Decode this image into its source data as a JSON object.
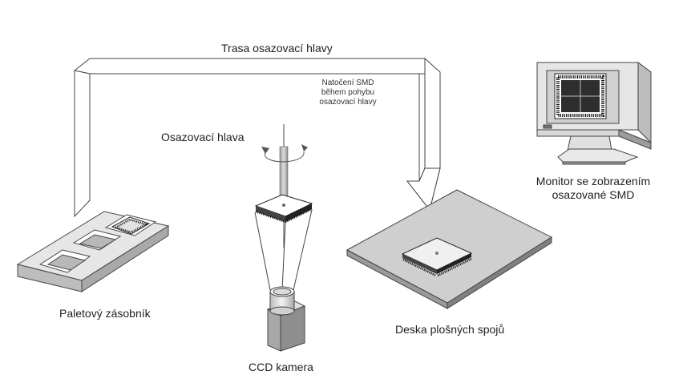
{
  "labels": {
    "path": "Trasa osazovací hlavy",
    "rotation_line1": "Natočení SMD",
    "rotation_line2": "během pohybu",
    "rotation_line3": "osazovací hlavy",
    "head": "Osazovací hlava",
    "monitor_line1": "Monitor se zobrazením",
    "monitor_line2": "osazované SMD",
    "tray": "Paletový zásobník",
    "board": "Deska plošných spojů",
    "camera": "CCD kamera"
  },
  "colors": {
    "stroke": "#444444",
    "tray_face": "#d9d9d9",
    "board_face": "#c9c9c9",
    "monitor_body": "#d4d4d4",
    "screen": "#333333",
    "chip": "#222222"
  }
}
